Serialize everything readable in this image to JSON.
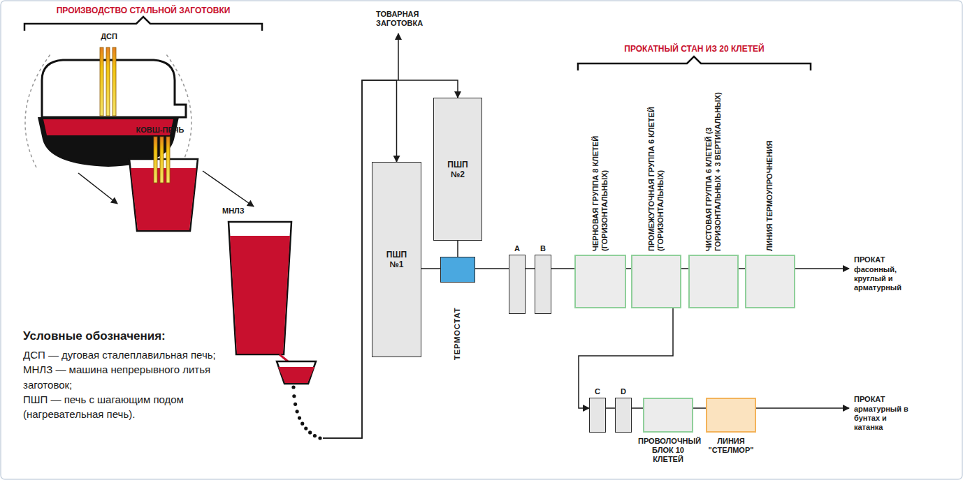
{
  "diagram": {
    "nodes": [
      {
        "text": [
          "ДСП"
        ]
      },
      {
        "text": [
          "КОВШ-ПЕЧЬ"
        ]
      },
      {
        "text": [
          "МНЛЗ"
        ]
      },
      {
        "text": [
          "ПШП №1"
        ]
      },
      {
        "text": [
          "ПШП №2"
        ]
      },
      {
        "text": [
          "ТЕРМОСТАТ"
        ]
      },
      {
        "text": [
          "A"
        ]
      },
      {
        "text": [
          "B"
        ]
      },
      {
        "text": [
          "ЧЕРНОВАЯ ГРУППА 8 КЛЕТЕЙ (ГОРИЗОНТАЛЬНЫХ)"
        ]
      },
      {
        "text": [
          "ПРОМЕЖУТОЧНАЯ ГРУППА 6 КЛЕТЕЙ (ГОРИЗОНТАЛЬНЫХ)"
        ]
      },
      {
        "text": [
          "ЧИСТОВАЯ ГРУППА 6 КЛЕТЕЙ (3 ГОРИЗОНТАЛЬНЫХ + 3 ВЕРТИКАЛЬНЫХ)"
        ]
      },
      {
        "text": [
          "ЛИНИЯ ТЕРМОУПРОЧНЕНИЯ"
        ]
      },
      {
        "text": [
          "C"
        ]
      },
      {
        "text": [
          "D"
        ]
      },
      {
        "text": [
          "ПРОВОЛОЧНЫЙ БЛОК 10 КЛЕТЕЙ"
        ]
      },
      {
        "text": [
          "ЛИНИЯ \"СТЕЛМОР\""
        ]
      }
    ],
    "edges": [
      {
        "from": 0,
        "to": 1,
        "arrow": "to"
      },
      {
        "from": 1,
        "to": 2,
        "arrow": "to"
      },
      {
        "from": 2,
        "to": 3,
        "arrow": "to"
      },
      {
        "from": 2,
        "to": 4,
        "arrow": "to"
      },
      {
        "from": 3,
        "to": 5,
        "arrow": "none"
      },
      {
        "from": 4,
        "to": 5,
        "arrow": "none"
      },
      {
        "from": 5,
        "to": 6,
        "arrow": "none"
      },
      {
        "from": 6,
        "to": 7,
        "arrow": "none"
      },
      {
        "from": 7,
        "to": 8,
        "arrow": "none"
      },
      {
        "from": 8,
        "to": 9,
        "arrow": "none"
      },
      {
        "from": 9,
        "to": 10,
        "arrow": "none"
      },
      {
        "from": 10,
        "to": 11,
        "arrow": "none"
      },
      {
        "from": 9,
        "to": 12,
        "arrow": "to"
      },
      {
        "from": 12,
        "to": 13,
        "arrow": "none"
      },
      {
        "from": 13,
        "to": 14,
        "arrow": "none"
      },
      {
        "from": 14,
        "to": 15,
        "arrow": "none"
      }
    ],
    "labels": [
      "ПРОИЗВОДСТВО СТАЛЬНОЙ ЗАГОТОВКИ",
      "ТОВАРНАЯ ЗАГОТОВКА",
      "ПРОКАТНЫЙ СТАН ИЗ 20 КЛЕТЕЙ",
      "ПРОКАТ",
      "фасонный, круглый и арматурный",
      "ПРОКАТ",
      "арматурный в бунтах и катанка",
      "Условные обозначения:",
      "ДСП — дуговая сталеплавильная печь;",
      "МНЛЗ — машина непрерывного литья заготовок;",
      "ПШП — печь с шагающим подом (нагревательная печь)."
    ]
  }
}
